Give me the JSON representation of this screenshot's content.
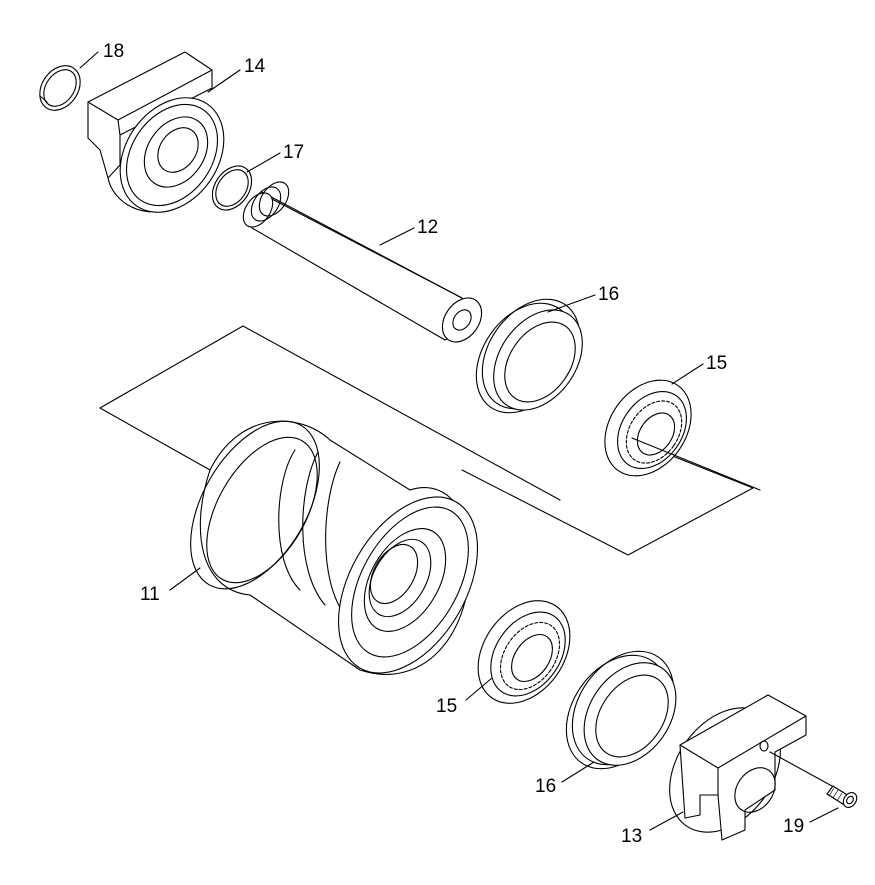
{
  "callouts": [
    {
      "id": "label-18",
      "text": "18"
    },
    {
      "id": "label-14",
      "text": "14"
    },
    {
      "id": "label-17",
      "text": "17"
    },
    {
      "id": "label-12",
      "text": "12"
    },
    {
      "id": "label-16-top",
      "text": "16"
    },
    {
      "id": "label-15-top",
      "text": "15"
    },
    {
      "id": "label-11",
      "text": "11"
    },
    {
      "id": "label-15-bottom",
      "text": "15"
    },
    {
      "id": "label-16-bottom",
      "text": "16"
    },
    {
      "id": "label-13",
      "text": "13"
    },
    {
      "id": "label-19",
      "text": "19"
    }
  ]
}
